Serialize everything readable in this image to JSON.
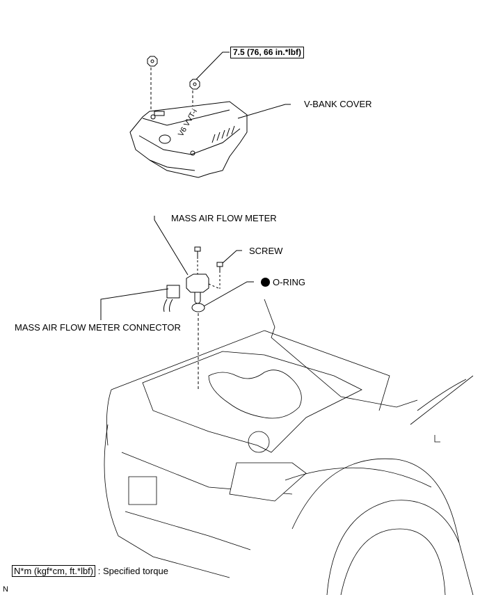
{
  "diagram": {
    "labels": {
      "torque_spec": "7.5 (76, 66 in.*lbf)",
      "v_bank_cover": "V-BANK COVER",
      "mass_air_flow_meter": "MASS AIR FLOW METER",
      "screw": "SCREW",
      "o_ring": "O-RING",
      "mass_air_flow_meter_connector": "MASS AIR FLOW METER CONNECTOR"
    },
    "cover_emblem": "V6 VVT-i",
    "o_ring_marker": "non-reusable-part-icon",
    "legend": {
      "units": "N*m (kgf*cm, ft.*lbf)",
      "description": ": Specified torque"
    },
    "footer_code": "N"
  }
}
